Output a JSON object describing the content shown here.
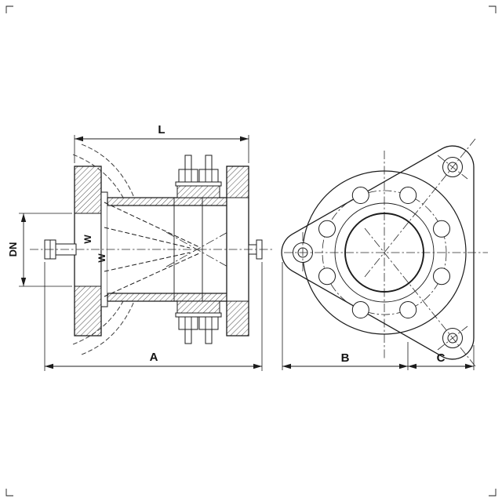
{
  "colors": {
    "ink": "#1c1c1c",
    "background": "#ffffff"
  },
  "side_view": {
    "label_flange_length": "L",
    "label_overall_length": "A",
    "label_nominal_diameter": "DN",
    "label_w_outer": "W",
    "label_w_inner": "W"
  },
  "front_view": {
    "label_width_body": "B",
    "label_width_lug": "C"
  }
}
